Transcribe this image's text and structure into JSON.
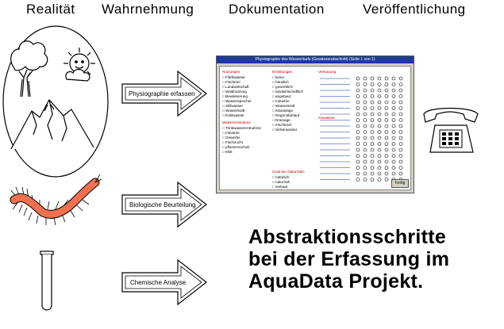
{
  "headers": {
    "realitaet": "Realität",
    "wahrnehmung": "Wahrnehmung",
    "dokumentation": "Dokumentation",
    "veroeffentlichung": "Veröffentlichung"
  },
  "arrows": {
    "physiographie": "Physiographie erfassen",
    "biologisch": "Biologische Beurteilung",
    "chemisch": "Chemische Analyse"
  },
  "title": {
    "line1": "Abstraktionsschritte",
    "line2": "bei der Erfassung im",
    "line3": "AquaData Projekt."
  },
  "form_window": {
    "titlebar": "Physiographie des Wasserlaufs (Gewässerabschnitt) (Seite 1 von 1)",
    "col1_heading": "Nutzungen",
    "col1_items": [
      "Fließwasser",
      "Fischerei",
      "Landwirtschaft",
      "Waldnutzung",
      "Bewässerung",
      "Wasserspeicher",
      "Stillwasser",
      "Wasserkraft",
      "Kühlwasser"
    ],
    "col1_heading2": "Wasserentnahme",
    "col1_items2": [
      "Trinkwasserentnahme",
      "Industrie",
      "Gewerbe",
      "Fischzucht",
      "pflanzenschutz",
      "Mist"
    ],
    "col2_heading": "Einleitungen",
    "col2_items": [
      "keine",
      "häuslich",
      "gewerblich",
      "landwirtschaftlich",
      "angebaut",
      "Industrie",
      "Wasserkraft",
      "Kläranlage",
      "Regenüberlauf",
      "Drainage",
      "Fischteich",
      "Sickerwasser"
    ],
    "col2_heading2": "Grad der Naturnähe",
    "col2_items2": [
      "natürlich",
      "naturnah",
      "verbaut"
    ],
    "col3_heading": "Verbauung",
    "col3_heading2": "Gewässer",
    "button": "Fertig"
  }
}
